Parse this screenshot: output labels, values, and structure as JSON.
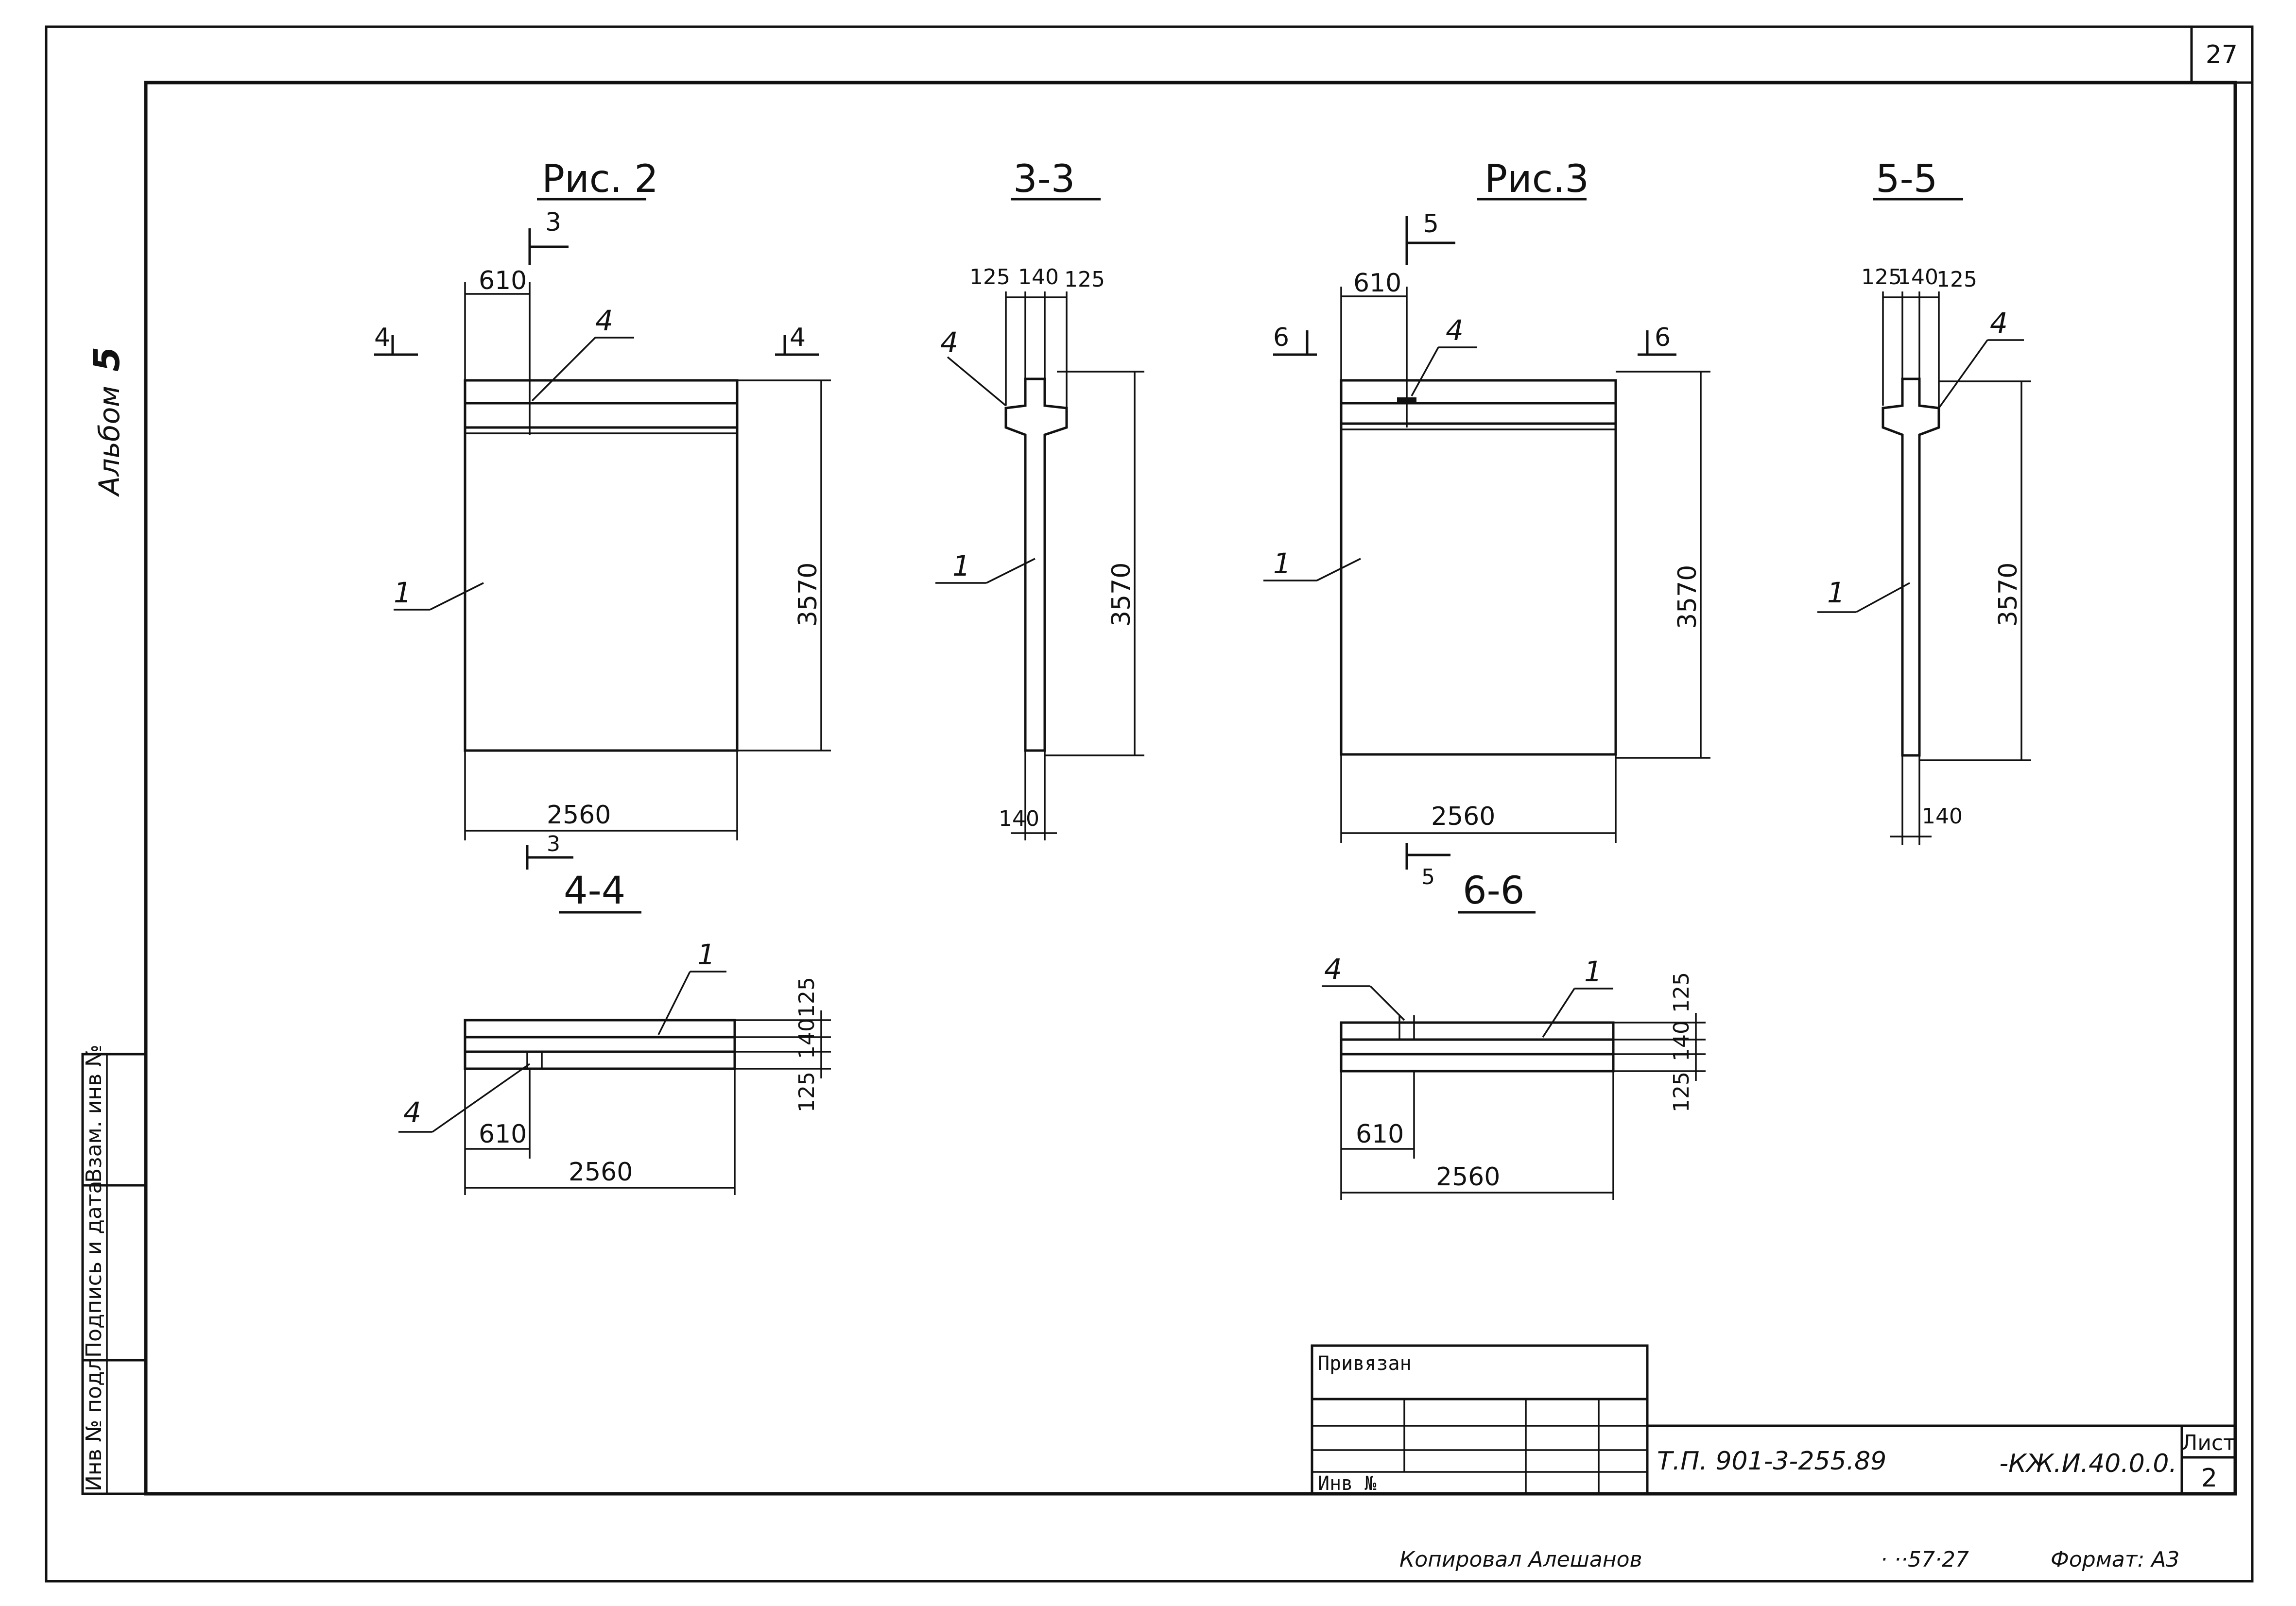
{
  "sheet": {
    "page_number": "27",
    "album_label": "Альбом",
    "album_number": "5",
    "format_label": "Формат: А3",
    "copied_by": "Копировал Алешанов",
    "copied_marks": "· ··57·27"
  },
  "side_stamp": {
    "inv_podl": "Инв № подл",
    "podpis_data": "Подпись и дата",
    "vzam_inv": "Взам. инв №"
  },
  "title_block": {
    "privyazan": "Привязан",
    "inv_no": "Инв №",
    "project_code": "Т.П. 901-3-255.89",
    "sheet_code": "-КЖ.И.40.0.0.",
    "list_label": "Лист",
    "list_number": "2"
  },
  "fig2": {
    "title": "Рис. 2",
    "width": "2560",
    "height": "3570",
    "offset": "610",
    "callout_panel": "1",
    "callout_item": "4",
    "cut_3": "3",
    "cut_4": "4"
  },
  "sec33": {
    "title": "3-3",
    "d1": "125",
    "d2": "140",
    "d3": "125",
    "height": "3570",
    "bottom": "140",
    "callout_panel": "1",
    "callout_item": "4"
  },
  "fig3": {
    "title": "Рис.3",
    "width": "2560",
    "height": "3570",
    "offset": "610",
    "callout_panel": "1",
    "callout_item": "4",
    "cut_5": "5",
    "cut_6": "6"
  },
  "sec55": {
    "title": "5-5",
    "d1": "125",
    "d2": "140",
    "d3": "125",
    "height": "3570",
    "bottom": "140",
    "callout_panel": "1",
    "callout_item": "4"
  },
  "sec44": {
    "title": "4-4",
    "width": "2560",
    "offset": "610",
    "h1": "125",
    "h2": "140",
    "h3": "125",
    "callout_panel": "1",
    "callout_item": "4"
  },
  "sec66": {
    "title": "6-6",
    "width": "2560",
    "offset": "610",
    "h1": "125",
    "h2": "140",
    "h3": "125",
    "callout_panel": "1",
    "callout_item": "4"
  }
}
